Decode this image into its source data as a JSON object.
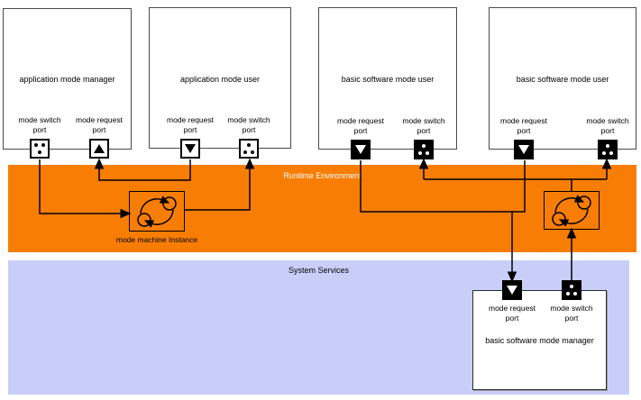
{
  "bands": {
    "runtime": {
      "label": "Runtime Environment"
    },
    "system": {
      "label": "System Services"
    }
  },
  "components": [
    {
      "title": "application mode manager",
      "ports": [
        {
          "label1": "mode switch",
          "label2": "port"
        },
        {
          "label1": "mode request",
          "label2": "port"
        }
      ]
    },
    {
      "title": "application mode user",
      "ports": [
        {
          "label1": "mode request",
          "label2": "port"
        },
        {
          "label1": "mode switch",
          "label2": "port"
        }
      ]
    },
    {
      "title": "basic software mode user",
      "ports": [
        {
          "label1": "mode request",
          "label2": "port"
        },
        {
          "label1": "mode switch",
          "label2": "port"
        }
      ]
    },
    {
      "title": "basic software mode user",
      "ports": [
        {
          "label1": "mode request",
          "label2": "port"
        },
        {
          "label1": "mode switch",
          "label2": "port"
        }
      ]
    },
    {
      "title": "basic software mode manager",
      "ports": [
        {
          "label1": "mode request",
          "label2": "port"
        },
        {
          "label1": "mode switch",
          "label2": "port"
        }
      ]
    }
  ],
  "mode_machine": {
    "label": "mode machine Instance"
  },
  "colors": {
    "runtime_band": "#F87D05",
    "system_band": "#C9CEF8",
    "line": "#000000",
    "port_fill_dark": "#000000",
    "port_fill_light": "#FFFFFF"
  }
}
